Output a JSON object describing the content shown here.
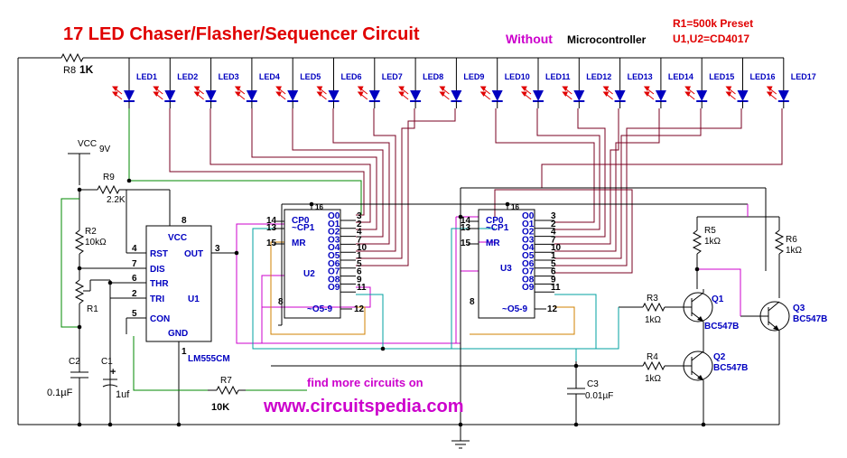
{
  "title": "17 LED Chaser/Flasher/Sequencer Circuit",
  "without_word": "Without",
  "micro_word": "Microcontroller",
  "note1": "R1=500k Preset",
  "note2": "U1,U2=CD4017",
  "find_more": "find more circuits on",
  "website": "www.circuitspedia.com",
  "leds": [
    "LED1",
    "LED2",
    "LED3",
    "LED4",
    "LED5",
    "LED6",
    "LED7",
    "LED8",
    "LED9",
    "LED10",
    "LED11",
    "LED12",
    "LED13",
    "LED14",
    "LED15",
    "LED16",
    "LED17"
  ],
  "r8": {
    "name": "R8",
    "value": "1K"
  },
  "vcc": {
    "name": "VCC",
    "value": "9V"
  },
  "r9": {
    "name": "R9",
    "value": "2.2K"
  },
  "r2": {
    "name": "R2",
    "value": "10kΩ"
  },
  "r1": {
    "name": "R1"
  },
  "c2": {
    "name": "C2",
    "value": "0.1µF"
  },
  "c1": {
    "name": "C1",
    "value": "1uf"
  },
  "r7": {
    "name": "R7",
    "value": "10K"
  },
  "u1": {
    "name": "U1",
    "part": "LM555CM",
    "pin_vcc": "8",
    "pin_gnd": "1",
    "vcc": "VCC",
    "gnd": "GND",
    "left_pins": [
      {
        "num": "4",
        "label": "RST"
      },
      {
        "num": "7",
        "label": "DIS"
      },
      {
        "num": "6",
        "label": "THR"
      },
      {
        "num": "2",
        "label": "TRI"
      },
      {
        "num": "5",
        "label": "CON"
      }
    ],
    "out_num": "3",
    "out_label": "OUT"
  },
  "u2": {
    "name": "U2",
    "pin16": "16",
    "pin8": "8",
    "pin12": "12",
    "carry": "~O5-9",
    "left_pins": [
      {
        "num": "14",
        "label": "CP0"
      },
      {
        "num": "13",
        "label": "~CP1"
      },
      {
        "num": "15",
        "label": "MR"
      }
    ],
    "outputs": [
      {
        "label": "O0",
        "num": "3"
      },
      {
        "label": "O1",
        "num": "2"
      },
      {
        "label": "O2",
        "num": "4"
      },
      {
        "label": "O3",
        "num": "7"
      },
      {
        "label": "O4",
        "num": "10"
      },
      {
        "label": "O5",
        "num": "1"
      },
      {
        "label": "O6",
        "num": "5"
      },
      {
        "label": "O7",
        "num": "6"
      },
      {
        "label": "O8",
        "num": "9"
      },
      {
        "label": "O9",
        "num": "11"
      }
    ]
  },
  "u3": {
    "name": "U3",
    "pin16": "16",
    "pin8": "8",
    "pin12": "12",
    "carry": "~O5-9",
    "left_pins": [
      {
        "num": "14",
        "label": "CP0"
      },
      {
        "num": "13",
        "label": "~CP1"
      },
      {
        "num": "15",
        "label": "MR"
      }
    ],
    "outputs": [
      {
        "label": "O0",
        "num": "3"
      },
      {
        "label": "O1",
        "num": "2"
      },
      {
        "label": "O2",
        "num": "4"
      },
      {
        "label": "O3",
        "num": "7"
      },
      {
        "label": "O4",
        "num": "10"
      },
      {
        "label": "O5",
        "num": "1"
      },
      {
        "label": "O6",
        "num": "5"
      },
      {
        "label": "O7",
        "num": "6"
      },
      {
        "label": "O8",
        "num": "9"
      },
      {
        "label": "O9",
        "num": "11"
      }
    ]
  },
  "r5": {
    "name": "R5",
    "value": "1kΩ"
  },
  "r6": {
    "name": "R6",
    "value": "1kΩ"
  },
  "r3": {
    "name": "R3",
    "value": "1kΩ"
  },
  "r4": {
    "name": "R4",
    "value": "1kΩ"
  },
  "q1": {
    "name": "Q1",
    "part": "BC547B"
  },
  "q2": {
    "name": "Q2",
    "part": "BC547B"
  },
  "q3": {
    "name": "Q3",
    "part": "BC547B"
  },
  "c3": {
    "name": "C3",
    "value": "0.01µF"
  },
  "colors": {
    "title": "#e00000",
    "note": "#e00000",
    "magenta": "#cc00cc",
    "component": "#0000c0",
    "arrow": "#e00000",
    "green": "#008800",
    "cyan": "#00a0a0",
    "orange": "#d08000"
  }
}
